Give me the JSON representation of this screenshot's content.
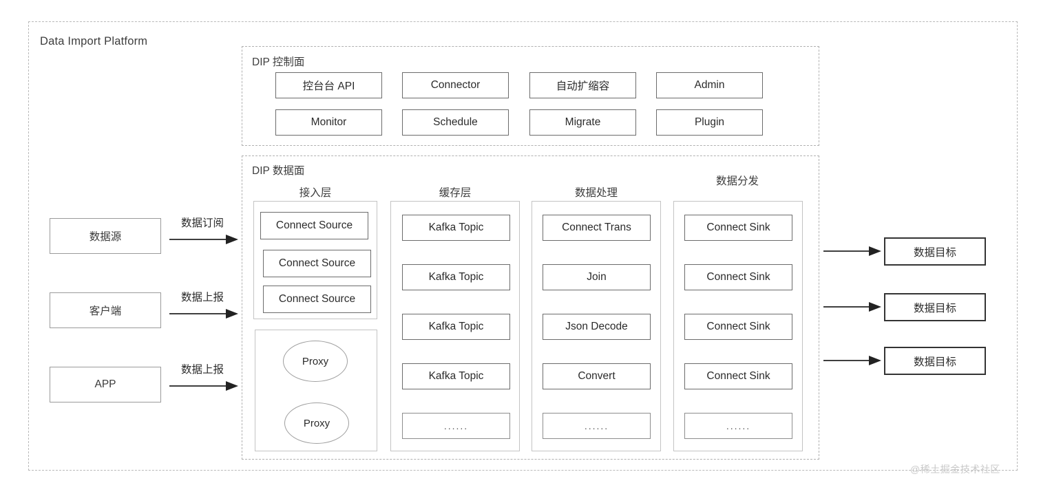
{
  "platform": {
    "title": "Data Import Platform"
  },
  "control_plane": {
    "title": "DIP 控制面",
    "rows": [
      [
        "控台台 API",
        "Connector",
        "自动扩缩容",
        "Admin"
      ],
      [
        "Monitor",
        "Schedule",
        "Migrate",
        "Plugin"
      ]
    ]
  },
  "data_plane": {
    "title": "DIP 数据面",
    "columns": [
      {
        "title": "接入层",
        "groups": [
          {
            "type": "rect-list",
            "items": [
              "Connect Source",
              "Connect Source",
              "Connect Source"
            ]
          },
          {
            "type": "ellipse-list",
            "items": [
              "Proxy",
              "Proxy"
            ]
          }
        ]
      },
      {
        "title": "缓存层",
        "items": [
          "Kafka Topic",
          "Kafka Topic",
          "Kafka Topic",
          "Kafka Topic",
          "......"
        ]
      },
      {
        "title": "数据处理",
        "items": [
          "Connect Trans",
          "Join",
          "Json Decode",
          "Convert",
          "......"
        ]
      },
      {
        "title": "数据分发",
        "items": [
          "Connect Sink",
          "Connect Sink",
          "Connect Sink",
          "Connect Sink",
          "......"
        ]
      }
    ]
  },
  "sources": [
    {
      "label": "数据源",
      "arrow_label": "数据订阅"
    },
    {
      "label": "客户端",
      "arrow_label": "数据上报"
    },
    {
      "label": "APP",
      "arrow_label": "数据上报"
    }
  ],
  "targets": [
    {
      "label": "数据目标"
    },
    {
      "label": "数据目标"
    },
    {
      "label": "数据目标"
    }
  ],
  "watermark": "@稀土掘金技术社区",
  "colors": {
    "dashed_border": "#b9b9b9",
    "node_border": "#6b6b6b",
    "node_border_dark": "#333333",
    "node_border_light": "#9a9a9a",
    "text": "#2b2b2b",
    "watermark": "#c9c9c9",
    "background": "#ffffff"
  }
}
